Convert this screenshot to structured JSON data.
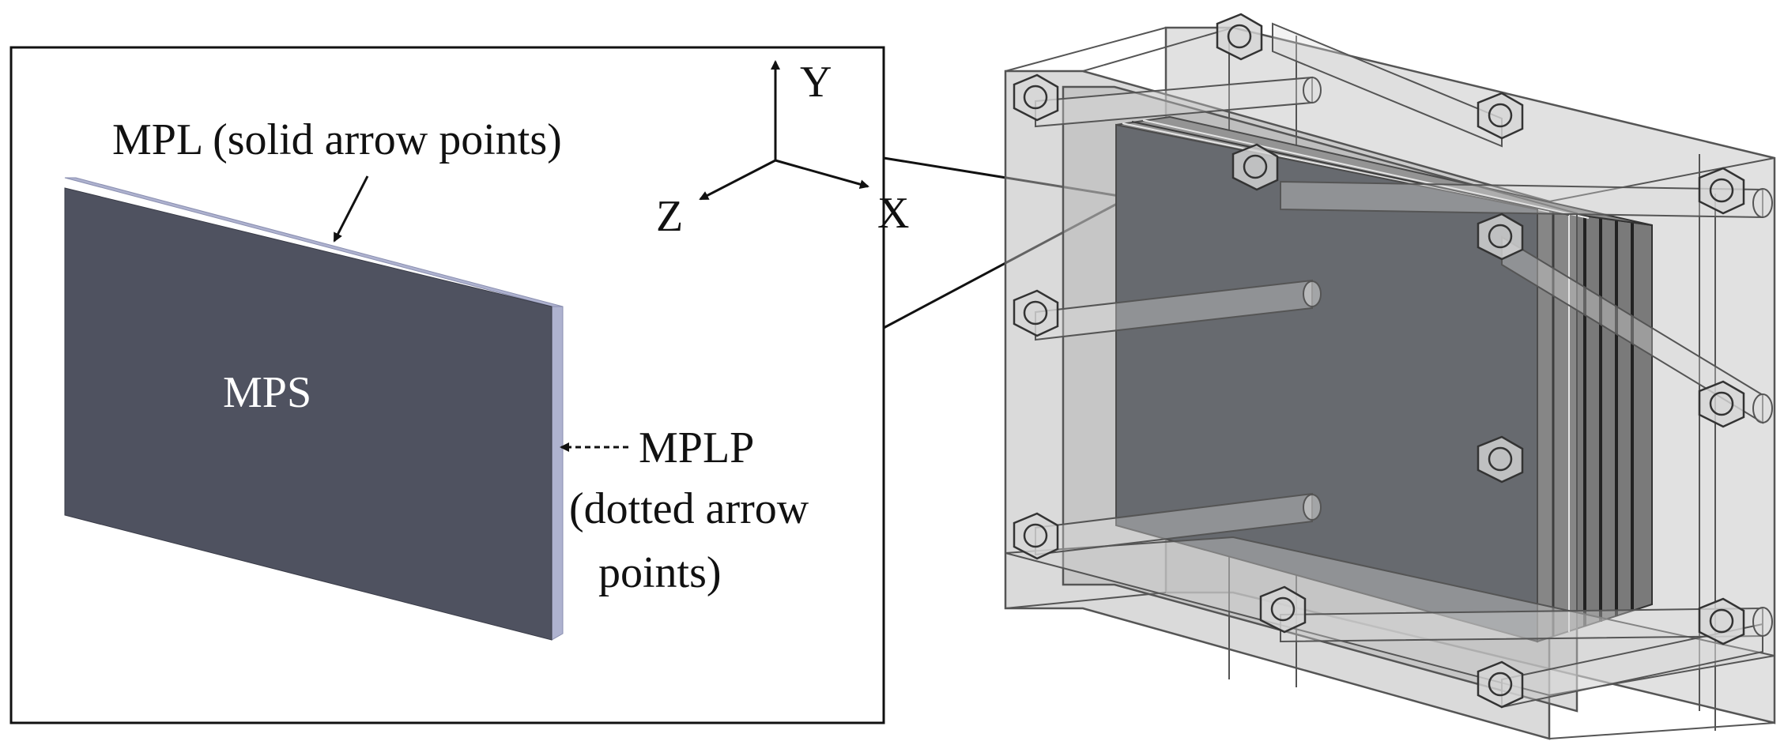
{
  "labels": {
    "axis_y": "Y",
    "axis_x": "X",
    "axis_z": "Z",
    "mpl": "MPL (solid arrow points)",
    "mps": "MPS",
    "mplp": "MPLP",
    "mplp_line2": "(dotted arrow",
    "mplp_line3": "points)"
  },
  "colors": {
    "plate_face": "#4f5260",
    "plate_edge": "#aeb2cf",
    "frame_stroke": "#555555",
    "glass_fill": "#9a9a9a",
    "background": "#ffffff"
  }
}
